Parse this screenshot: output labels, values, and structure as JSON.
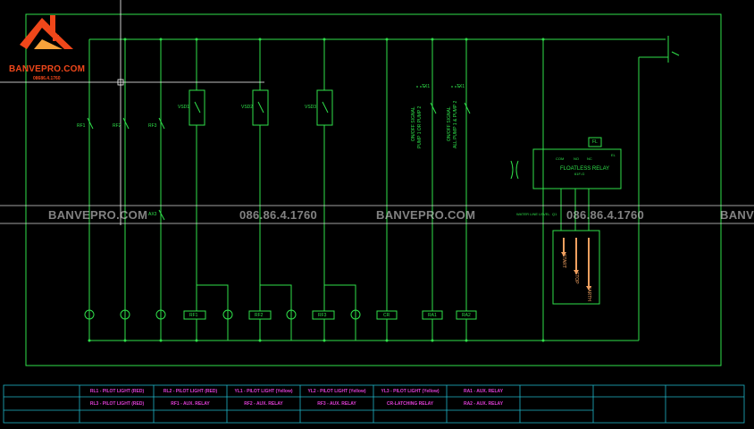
{
  "brand": {
    "name": "BANVEPRO.COM",
    "phone": "08686.4.1760"
  },
  "watermark": {
    "site": "BANVEPRO.COM",
    "phone": "086.86.4.1760",
    "site_partial": "BANV"
  },
  "colors": {
    "wire": "#2fe04a",
    "frame": "#2fe04a",
    "legend_grid": "#1fb6c9",
    "legend_text": "#e03fd8",
    "brand": "#f0471a",
    "crosshair": "#ffffff",
    "arrow": "#f0a060"
  },
  "components": {
    "rf1": "RF1",
    "rf2": "RF2",
    "rf3": "RF3",
    "vsd1": "VSD1",
    "vsd2": "VSD2",
    "vsd3": "VSD3",
    "tx1a": "TX1",
    "tx1b": "TX1",
    "sig1_line1": "ON/OFF SIGNAL",
    "sig1_line2": "PUMP 1 OR PUMP 2",
    "sig2_line1": "ON/OFF SIGNAL",
    "sig2_line2": "ALL PUMP 1 & PUMP 2",
    "fl": "FL",
    "floatless_relay": "FLOATLESS RELAY",
    "floatless_sub": "61F-G",
    "relay_pins": [
      "COM",
      "NO",
      "NC",
      "EL"
    ],
    "aux_left": "AX3",
    "aux_right": "WATER LINE LEVEL",
    "aux_right_code": "Q1",
    "bottom_labels": [
      "RF1",
      "RF2",
      "RF3",
      "CR",
      "RA1",
      "RA2"
    ],
    "probe_labels": [
      "START",
      "STOP",
      "EARTH"
    ]
  },
  "legend": {
    "row1": [
      "RL1 - PILOT LIGHT (RED)",
      "RL2 - PILOT LIGHT (RED)",
      "YL1 - PILOT LIGHT (Yellow)",
      "YL2 - PILOT LIGHT (Yellow)",
      "YL3 - PILOT LIGHT (Yellow)",
      "RA1 - AUX. RELAY"
    ],
    "row2": [
      "RL3 - PILOT LIGHT (RED)",
      "RF1 - AUX. RELAY",
      "RF2 - AUX. RELAY",
      "RF3 - AUX. RELAY",
      "CR-LATCHING RELAY",
      "RA2 - AUX. RELAY"
    ]
  }
}
